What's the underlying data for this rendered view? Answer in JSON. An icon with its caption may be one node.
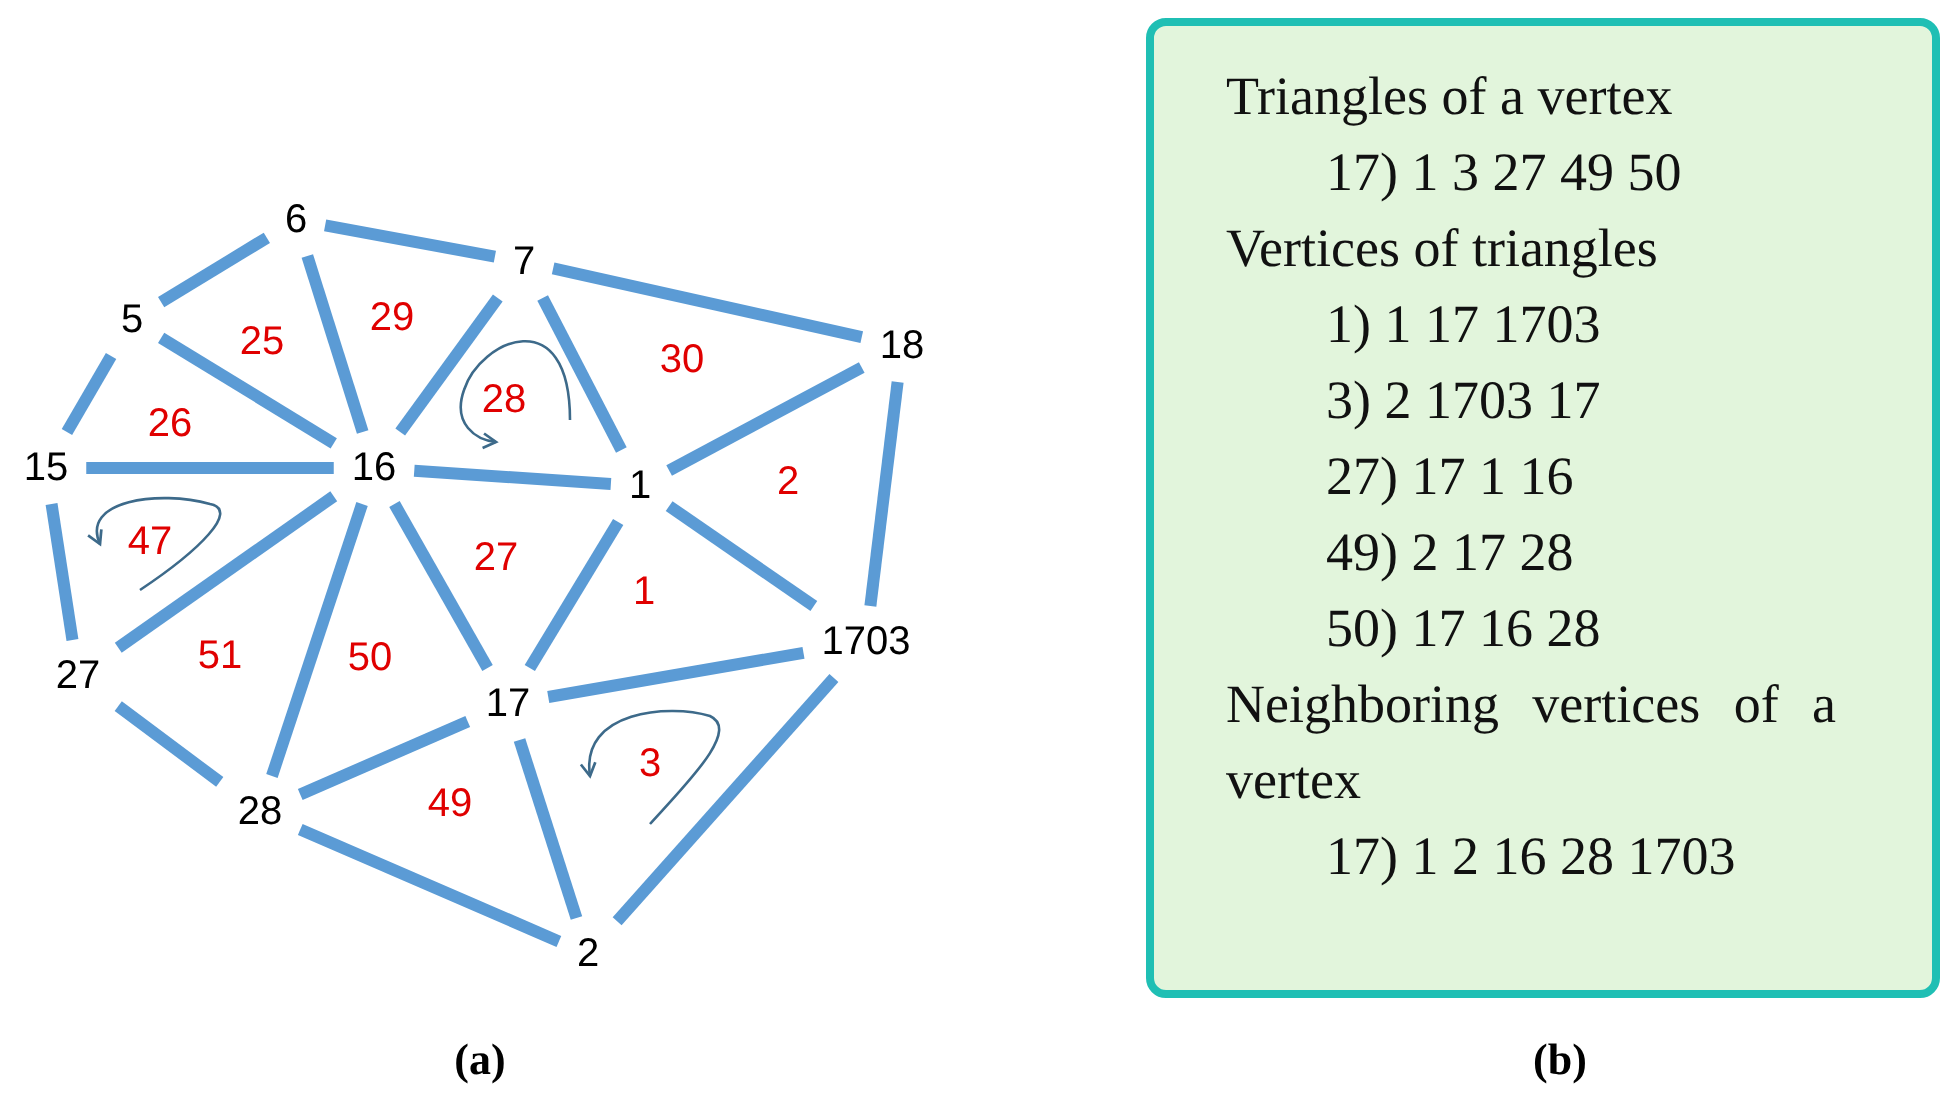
{
  "diagram": {
    "nodes": [
      {
        "text": [
          "6"
        ]
      },
      {
        "text": [
          "7"
        ]
      },
      {
        "text": [
          "18"
        ]
      },
      {
        "text": [
          "5"
        ]
      },
      {
        "text": [
          "16"
        ]
      },
      {
        "text": [
          "1"
        ]
      },
      {
        "text": [
          "15"
        ]
      },
      {
        "text": [
          "27"
        ]
      },
      {
        "text": [
          "1703"
        ]
      },
      {
        "text": [
          "17"
        ]
      },
      {
        "text": [
          "28"
        ]
      },
      {
        "text": [
          "2"
        ]
      },
      {
        "text": [
          "Triangles of a vertex",
          "17) 1 3 27 49 50",
          "Vertices of triangles",
          "1) 1 17 1703",
          "3) 2 1703 17",
          "27) 17 1 16",
          "49) 2 17 28",
          "50) 17 16 28",
          "Neighboring vertices of a vertex",
          "17) 1 2 16 28 1703"
        ]
      }
    ],
    "edges": [
      {
        "from": 0,
        "to": 1,
        "arrow": "none"
      },
      {
        "from": 1,
        "to": 2,
        "arrow": "none"
      },
      {
        "from": 0,
        "to": 3,
        "arrow": "none"
      },
      {
        "from": 0,
        "to": 4,
        "arrow": "none"
      },
      {
        "from": 3,
        "to": 4,
        "arrow": "none"
      },
      {
        "from": 3,
        "to": 6,
        "arrow": "none"
      },
      {
        "from": 1,
        "to": 4,
        "arrow": "none"
      },
      {
        "from": 1,
        "to": 5,
        "arrow": "none"
      },
      {
        "from": 2,
        "to": 5,
        "arrow": "none"
      },
      {
        "from": 2,
        "to": 8,
        "arrow": "none"
      },
      {
        "from": 6,
        "to": 4,
        "arrow": "none"
      },
      {
        "from": 4,
        "to": 5,
        "arrow": "none"
      },
      {
        "from": 5,
        "to": 8,
        "arrow": "none"
      },
      {
        "from": 5,
        "to": 9,
        "arrow": "none"
      },
      {
        "from": 4,
        "to": 9,
        "arrow": "none"
      },
      {
        "from": 6,
        "to": 7,
        "arrow": "none"
      },
      {
        "from": 4,
        "to": 7,
        "arrow": "none"
      },
      {
        "from": 4,
        "to": 10,
        "arrow": "none"
      },
      {
        "from": 7,
        "to": 10,
        "arrow": "none"
      },
      {
        "from": 10,
        "to": 9,
        "arrow": "none"
      },
      {
        "from": 9,
        "to": 8,
        "arrow": "none"
      },
      {
        "from": 9,
        "to": 11,
        "arrow": "none"
      },
      {
        "from": 10,
        "to": 11,
        "arrow": "none"
      },
      {
        "from": 8,
        "to": 11,
        "arrow": "none"
      }
    ],
    "labels": [
      "25",
      "29",
      "30",
      "28",
      "26",
      "2",
      "47",
      "27",
      "1",
      "51",
      "50",
      "3",
      "49",
      "(a)",
      "(b)"
    ]
  }
}
